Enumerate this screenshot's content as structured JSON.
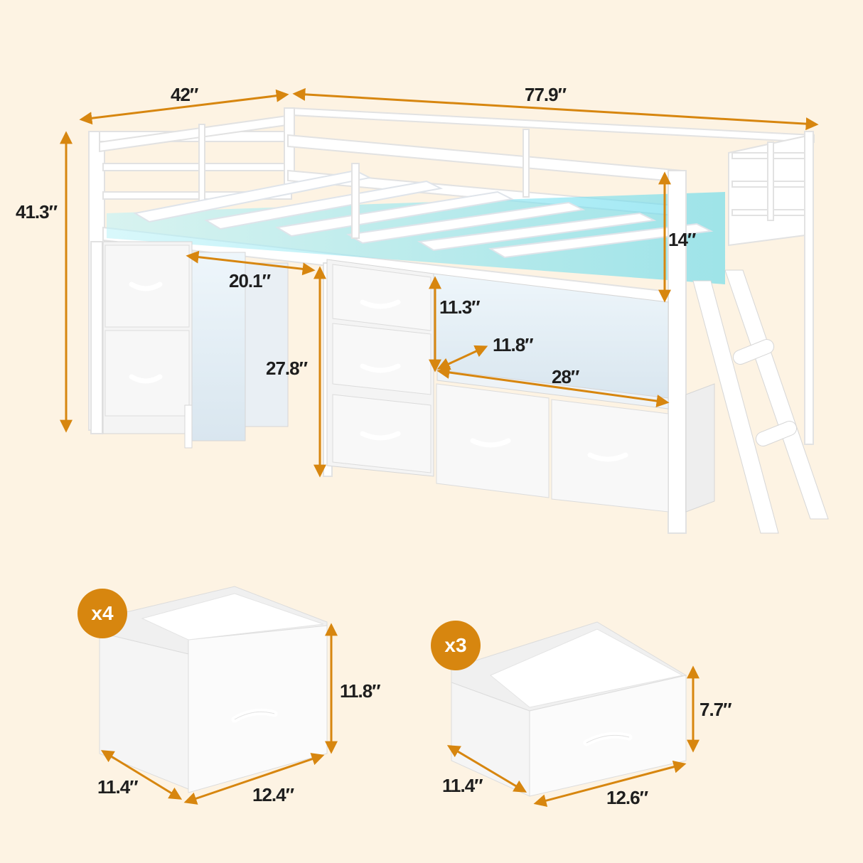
{
  "product": "Low loft bed with storage drawers, LED lights and ladder",
  "colors": {
    "background": "#fdf3e3",
    "accent": "#d7860f",
    "text": "#1e1e1e",
    "frame": "#ffffff",
    "led": "#7fe6f2"
  },
  "bed_dimensions": {
    "width": "42″",
    "length": "77.9″",
    "total_height": "41.3″",
    "guardrail_height": "14″",
    "under_bed_opening_width": "20.1″",
    "under_bed_clearance_height": "27.8″",
    "shelf_height": "11.3″",
    "shelf_depth": "11.8″",
    "shelf_width": "28″"
  },
  "large_drawer": {
    "quantity": "x4",
    "height": "11.8″",
    "depth": "11.4″",
    "width": "12.4″"
  },
  "small_drawer": {
    "quantity": "x3",
    "height": "7.7″",
    "depth": "11.4″",
    "width": "12.6″"
  }
}
